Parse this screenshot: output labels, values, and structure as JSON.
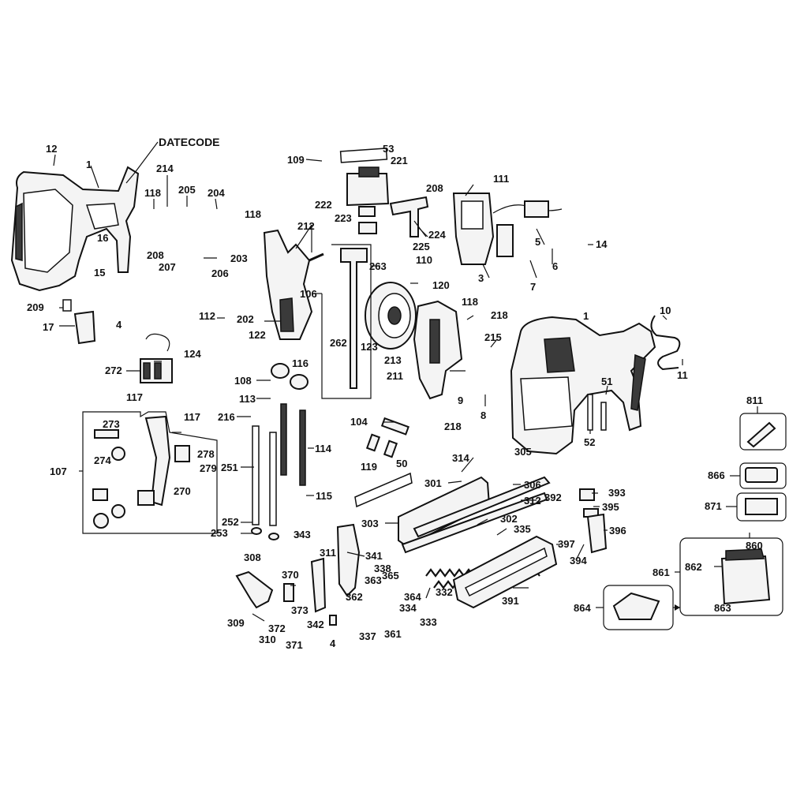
{
  "datecode_label": "DATECODE",
  "part_labels": [
    "12",
    "1",
    "214",
    "205",
    "204",
    "118",
    "16",
    "15",
    "208",
    "207",
    "203",
    "206",
    "202",
    "112",
    "124",
    "209",
    "17",
    "4",
    "109",
    "53",
    "221",
    "222",
    "223",
    "208",
    "111",
    "224",
    "225",
    "110",
    "120",
    "3",
    "5",
    "6",
    "7",
    "14",
    "118",
    "212",
    "106",
    "122",
    "262",
    "263",
    "123",
    "116",
    "213",
    "118",
    "218",
    "215",
    "211",
    "218",
    "9",
    "8",
    "1",
    "10",
    "11",
    "51",
    "52",
    "272",
    "117",
    "108",
    "113",
    "216",
    "114",
    "251",
    "115",
    "104",
    "119",
    "50",
    "314",
    "305",
    "301",
    "306",
    "312",
    "392",
    "393",
    "395",
    "396",
    "397",
    "394",
    "107",
    "273",
    "274",
    "278",
    "279",
    "270",
    "117",
    "252",
    "253",
    "343",
    "303",
    "302",
    "335",
    "308",
    "311",
    "341",
    "370",
    "338",
    "363",
    "365",
    "364",
    "332",
    "391",
    "309",
    "372",
    "373",
    "310",
    "371",
    "342",
    "362",
    "334",
    "333",
    "337",
    "361",
    "4",
    "811",
    "866",
    "871",
    "860",
    "861",
    "862",
    "863",
    "864"
  ]
}
